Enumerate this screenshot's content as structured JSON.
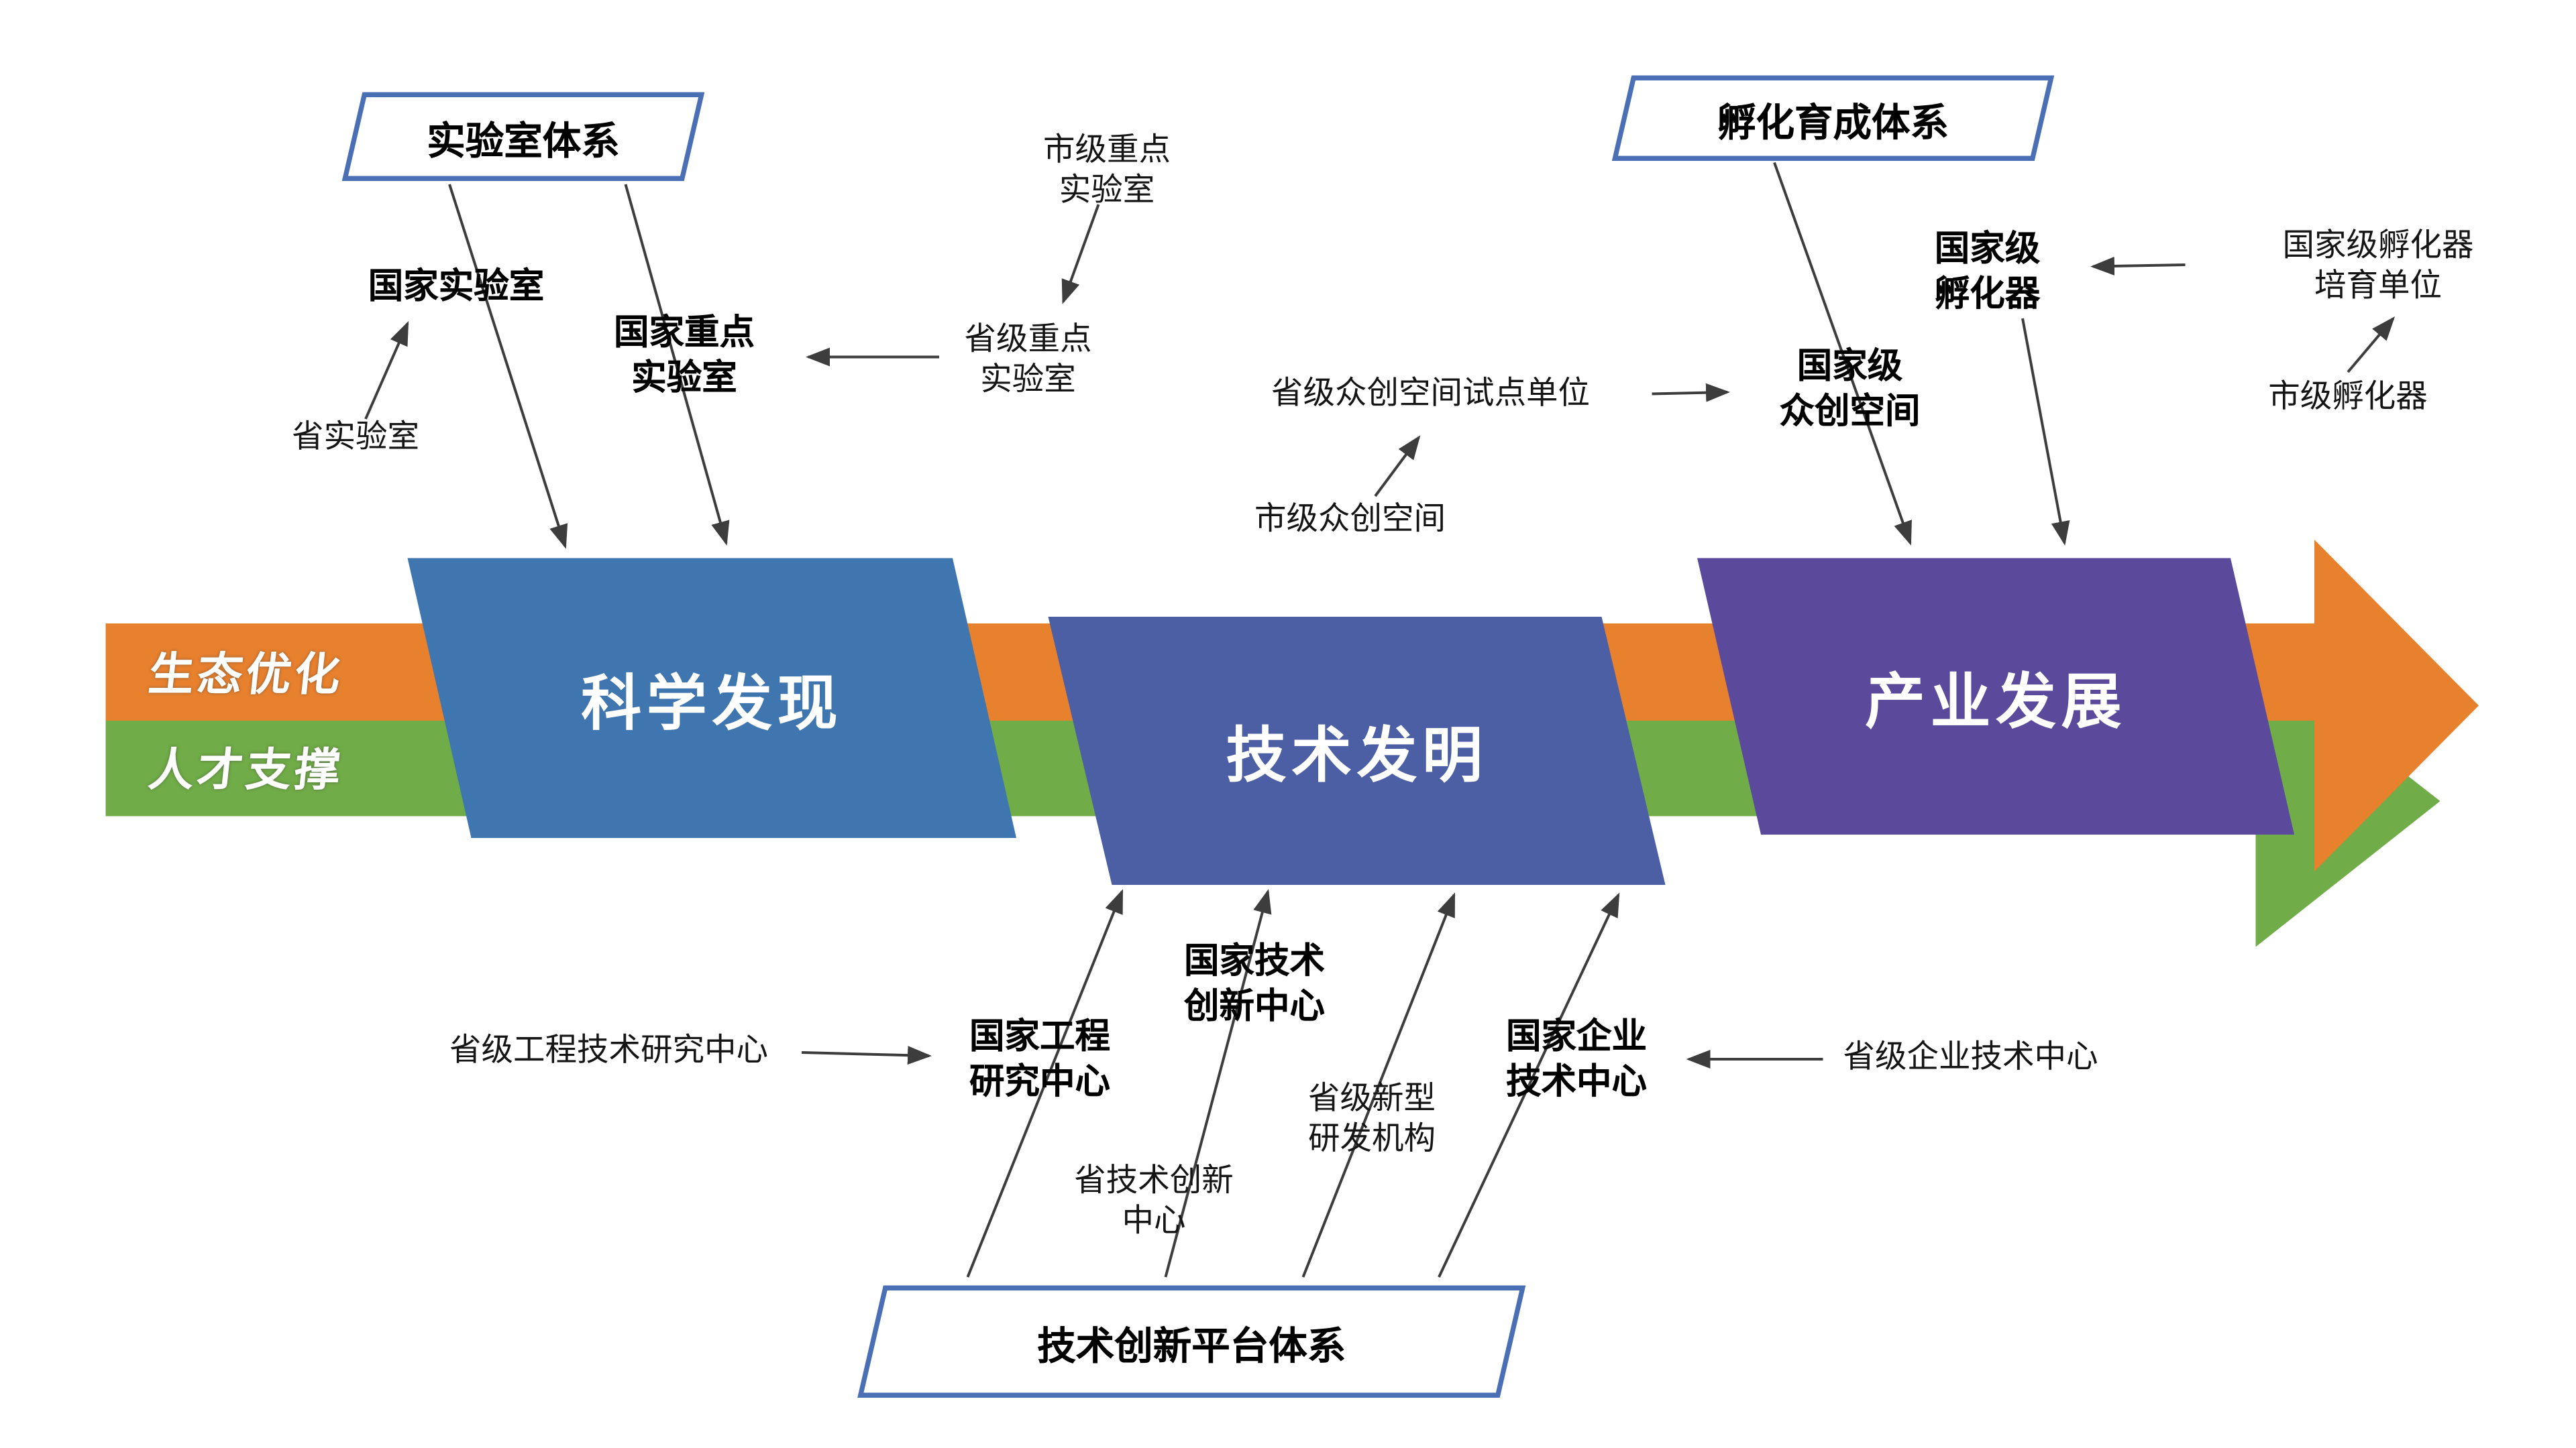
{
  "colors": {
    "eco_band": "#E8812E",
    "talent_band": "#70AC47",
    "stage_discovery": "#3F76AF",
    "stage_invention": "#4C5FA4",
    "stage_industry": "#5B4A9C",
    "box_border": "#4A6FB5",
    "arrow_line": "#3D3D3D"
  },
  "bands": {
    "eco_label": "生态优化",
    "talent_label": "人才支撑"
  },
  "stages": [
    {
      "label": "科学发现"
    },
    {
      "label": "技术发明"
    },
    {
      "label": "产业发展"
    }
  ],
  "lab_system": {
    "title": "实验室体系",
    "national_lab": "国家实验室",
    "national_key_lab": "国家重点\n实验室",
    "provincial_lab": "省实验室",
    "city_key_lab": "市级重点\n实验室",
    "provincial_key_lab": "省级重点\n实验室"
  },
  "incubation_system": {
    "title": "孵化育成体系",
    "national_incubator": "国家级\n孵化器",
    "national_incubator_cultivation_unit": "国家级孵化器培育单位",
    "city_incubator": "市级孵化器",
    "national_maker_space": "国家级\n众创空间",
    "provincial_maker_space_pilot_unit": "省级众创空间试点单位",
    "city_maker_space": "市级众创空间"
  },
  "platform_system": {
    "title": "技术创新平台体系",
    "national_engineering_center": "国家工程\n研究中心",
    "provincial_engineering_center": "省级工程技术研究中心",
    "national_tech_innovation_center": "国家技术\n创新中心",
    "provincial_tech_innovation_center": "省技术创新\n中心",
    "provincial_new_rd_institution": "省级新型\n研发机构",
    "national_enterprise_center": "国家企业\n技术中心",
    "provincial_enterprise_center": "省级企业技术中心"
  }
}
